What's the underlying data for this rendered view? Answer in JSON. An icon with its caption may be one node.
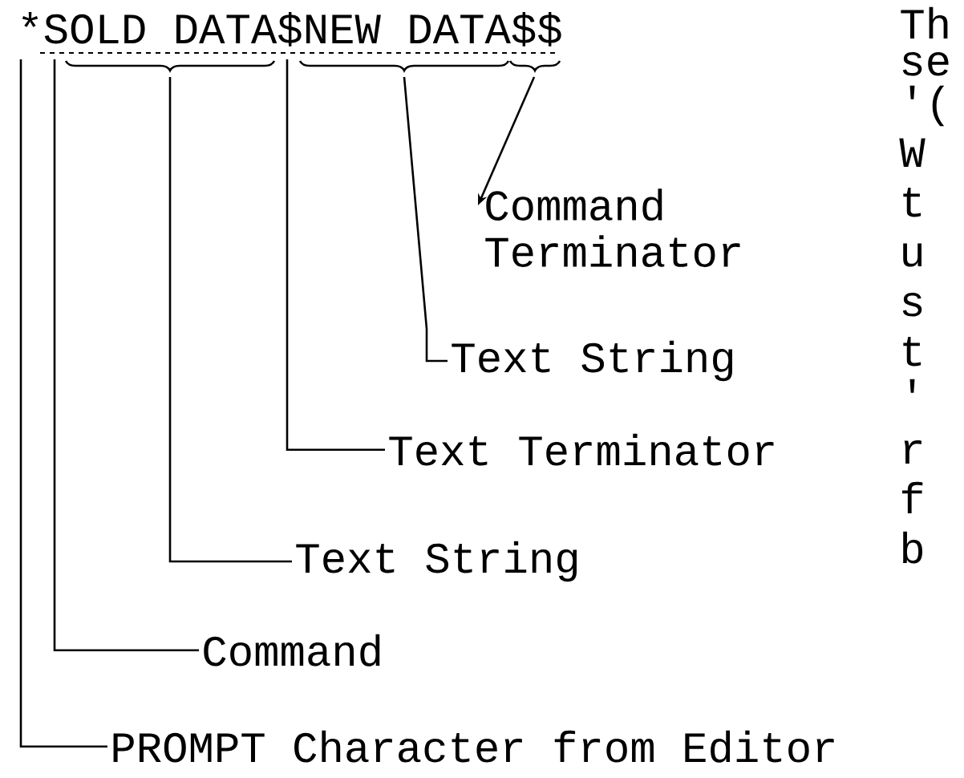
{
  "diagram": {
    "nodes": [
      {
        "text": [
          "*SOLD DATA$NEW DATA$$"
        ]
      },
      {
        "text": [
          "Command Terminator"
        ]
      },
      {
        "text": [
          "Text String"
        ]
      },
      {
        "text": [
          "Text Terminator"
        ]
      },
      {
        "text": [
          "Text String"
        ]
      },
      {
        "text": [
          "Command"
        ]
      },
      {
        "text": [
          "PROMPT Character from Editor"
        ]
      }
    ],
    "edges": [
      {
        "from": 0,
        "to": 1,
        "arrow": "to"
      },
      {
        "from": 2,
        "to": 0,
        "arrow": "none"
      },
      {
        "from": 3,
        "to": 0,
        "arrow": "none"
      },
      {
        "from": 4,
        "to": 0,
        "arrow": "none"
      },
      {
        "from": 5,
        "to": 0,
        "arrow": "none"
      },
      {
        "from": 6,
        "to": 0,
        "arrow": "none"
      }
    ],
    "labels": [
      "Th",
      "se",
      "'(",
      "W",
      "t",
      "u",
      "s",
      "t",
      "'",
      "r",
      "f",
      "b"
    ]
  }
}
